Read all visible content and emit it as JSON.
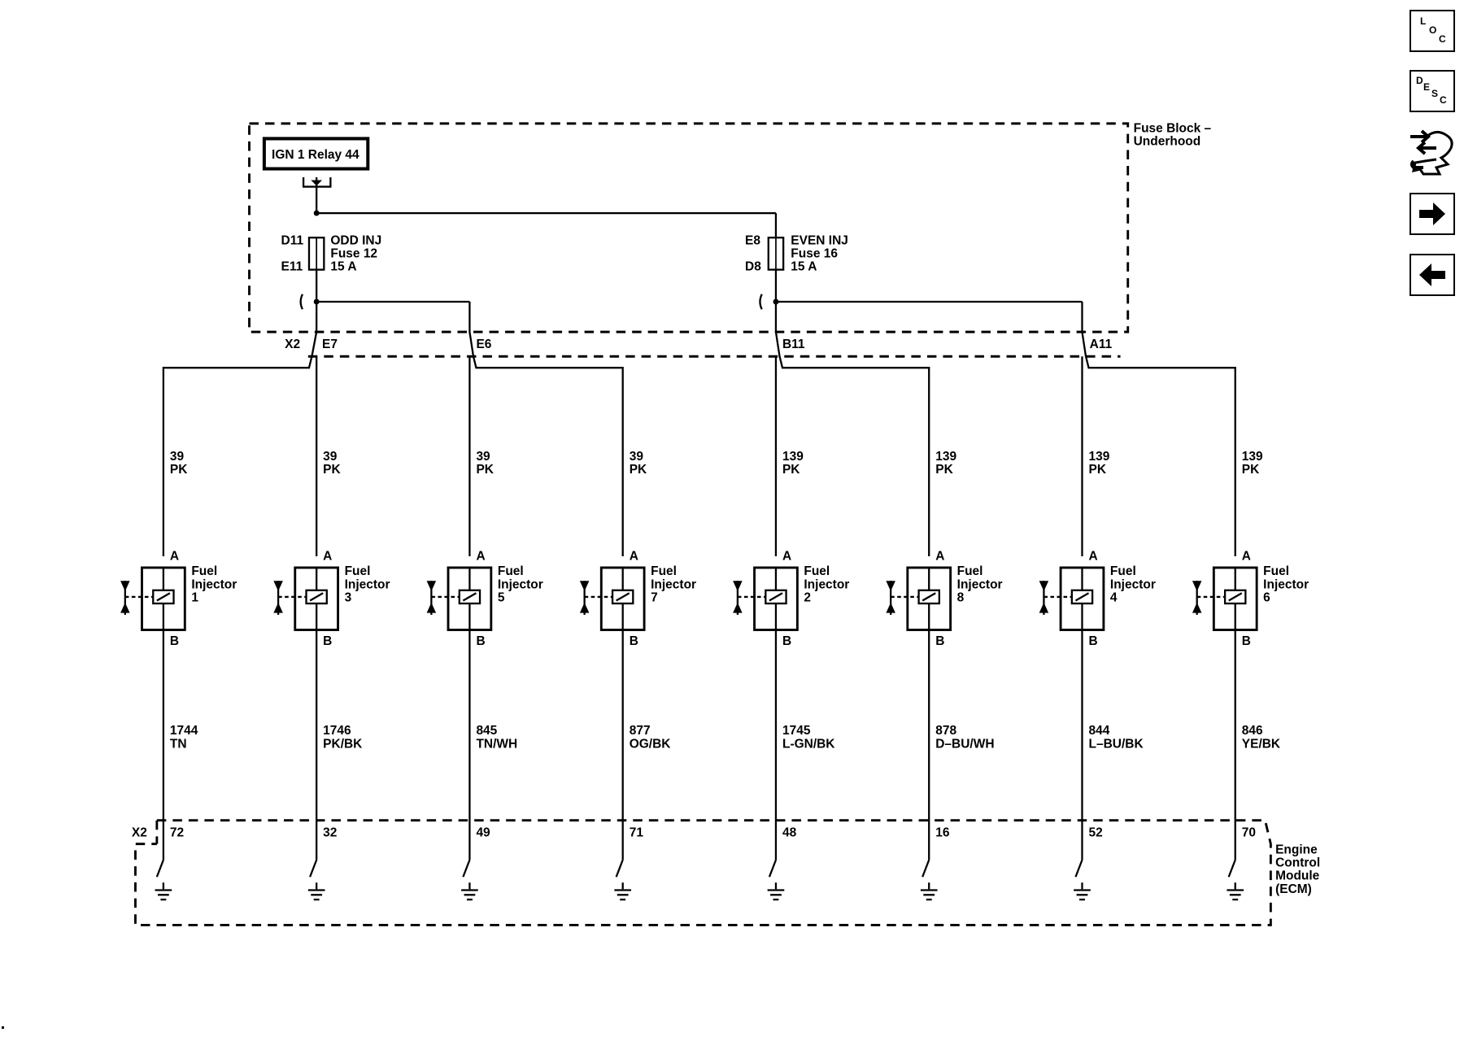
{
  "fuse_block": {
    "label_line1": "Fuse Block –",
    "label_line2": "Underhood",
    "relay": "IGN 1 Relay 44",
    "fuse_odd": {
      "name": "ODD INJ",
      "fuse": "Fuse 12",
      "rating": "15 A",
      "pin_top": "D11",
      "pin_bottom": "E11"
    },
    "fuse_even": {
      "name": "EVEN INJ",
      "fuse": "Fuse 16",
      "rating": "15 A",
      "pin_top": "E8",
      "pin_bottom": "D8"
    }
  },
  "upper_connector": {
    "name": "X2",
    "pins": [
      "E7",
      "E6",
      "B11",
      "A11"
    ]
  },
  "ecm": {
    "line1": "Engine",
    "line2": "Control",
    "line3": "Module",
    "line4": "(ECM)",
    "connector": "X2"
  },
  "injectors": [
    {
      "label1": "Fuel",
      "label2": "Injector",
      "number": "1",
      "pin_a": "A",
      "pin_b": "B",
      "feed_circuit": "39",
      "feed_color": "PK",
      "ctrl_circuit": "1744",
      "ctrl_color": "TN",
      "ecm_pin": "72"
    },
    {
      "label1": "Fuel",
      "label2": "Injector",
      "number": "3",
      "pin_a": "A",
      "pin_b": "B",
      "feed_circuit": "39",
      "feed_color": "PK",
      "ctrl_circuit": "1746",
      "ctrl_color": "PK/BK",
      "ecm_pin": "32"
    },
    {
      "label1": "Fuel",
      "label2": "Injector",
      "number": "5",
      "pin_a": "A",
      "pin_b": "B",
      "feed_circuit": "39",
      "feed_color": "PK",
      "ctrl_circuit": "845",
      "ctrl_color": "TN/WH",
      "ecm_pin": "49"
    },
    {
      "label1": "Fuel",
      "label2": "Injector",
      "number": "7",
      "pin_a": "A",
      "pin_b": "B",
      "feed_circuit": "39",
      "feed_color": "PK",
      "ctrl_circuit": "877",
      "ctrl_color": "OG/BK",
      "ecm_pin": "71"
    },
    {
      "label1": "Fuel",
      "label2": "Injector",
      "number": "2",
      "pin_a": "A",
      "pin_b": "B",
      "feed_circuit": "139",
      "feed_color": "PK",
      "ctrl_circuit": "1745",
      "ctrl_color": "L-GN/BK",
      "ecm_pin": "48"
    },
    {
      "label1": "Fuel",
      "label2": "Injector",
      "number": "8",
      "pin_a": "A",
      "pin_b": "B",
      "feed_circuit": "139",
      "feed_color": "PK",
      "ctrl_circuit": "878",
      "ctrl_color": "D–BU/WH",
      "ecm_pin": "16"
    },
    {
      "label1": "Fuel",
      "label2": "Injector",
      "number": "4",
      "pin_a": "A",
      "pin_b": "B",
      "feed_circuit": "139",
      "feed_color": "PK",
      "ctrl_circuit": "844",
      "ctrl_color": "L–BU/BK",
      "ecm_pin": "52"
    },
    {
      "label1": "Fuel",
      "label2": "Injector",
      "number": "6",
      "pin_a": "A",
      "pin_b": "B",
      "feed_circuit": "139",
      "feed_color": "PK",
      "ctrl_circuit": "846",
      "ctrl_color": "YE/BK",
      "ecm_pin": "70"
    }
  ],
  "nav": {
    "loc": {
      "l1": "L",
      "l2": "O",
      "l3": "C",
      "icon": "location-icon"
    },
    "desc": {
      "l1": "D",
      "l2": "E",
      "l3": "S",
      "l4": "C",
      "icon": "description-icon"
    },
    "connector_icon": "connector-end-view-icon",
    "next_icon": "arrow-right-icon",
    "prev_icon": "arrow-left-icon"
  }
}
